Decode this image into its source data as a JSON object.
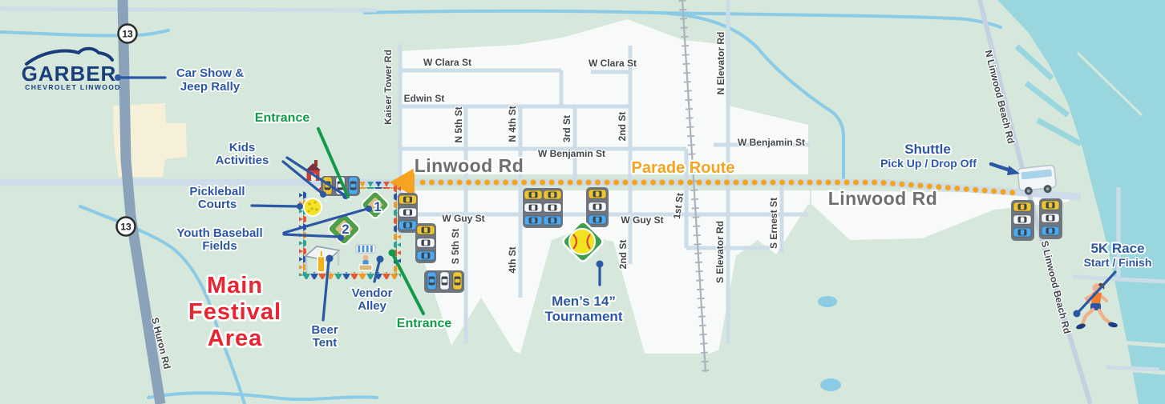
{
  "map": {
    "logo": {
      "brand": "GARBER",
      "sub": "CHEVROLET LINWOOD"
    },
    "shield": "13",
    "road_labels": {
      "kaiser": "Kaiser Tower Rd",
      "clara_w": "W Clara St",
      "clara_e": "W Clara St",
      "edwin": "Edwin St",
      "n5th": "N 5th St",
      "n4th": "N 4th St",
      "rd3": "3rd St",
      "nd2n": "2nd St",
      "benjamin_w": "W Benjamin St",
      "benjamin_e": "W Benjamin St",
      "linwood_w": "Linwood Rd",
      "linwood_e": "Linwood Rd",
      "guy_w": "W Guy St",
      "guy_e": "W Guy St",
      "s5th": "S 5th St",
      "th4": "4th St",
      "nd2s": "2nd St",
      "st1": "1st St",
      "elev_n": "N Elevator Rd",
      "elev_s": "S Elevator Rd",
      "ernest": "S Ernest St",
      "beach_n": "N Linwood Beach Rd",
      "beach_s": "S Linwood Beach Rd",
      "huron": "S Huron Rd"
    },
    "poi": {
      "car_show_1": "Car Show &",
      "car_show_2": "Jeep Rally",
      "entrance_top": "Entrance",
      "entrance_bottom": "Entrance",
      "kids_1": "Kids",
      "kids_2": "Activities",
      "pickleball_1": "Pickleball",
      "pickleball_2": "Courts",
      "youth_1": "Youth Baseball",
      "youth_2": "Fields",
      "main_1": "Main",
      "main_2": "Festival",
      "main_3": "Area",
      "beer_1": "Beer",
      "beer_2": "Tent",
      "vendor_1": "Vendor",
      "vendor_2": "Alley",
      "shuttle_1": "Shuttle",
      "shuttle_2": "Pick Up / Drop Off",
      "race_1": "5K Race",
      "race_2": "Start / Finish",
      "tourn_1": "Men’s 14”",
      "tourn_2": "Tournament",
      "parade": "Parade Route",
      "field_1": "1",
      "field_2": "2"
    },
    "colors": {
      "label_blue": "#2b57a5",
      "entrance_green": "#119b48",
      "festival_red": "#e82531",
      "parade_orange": "#f6a41f",
      "water": "#9ad6de",
      "land": "#d6e7db"
    }
  }
}
